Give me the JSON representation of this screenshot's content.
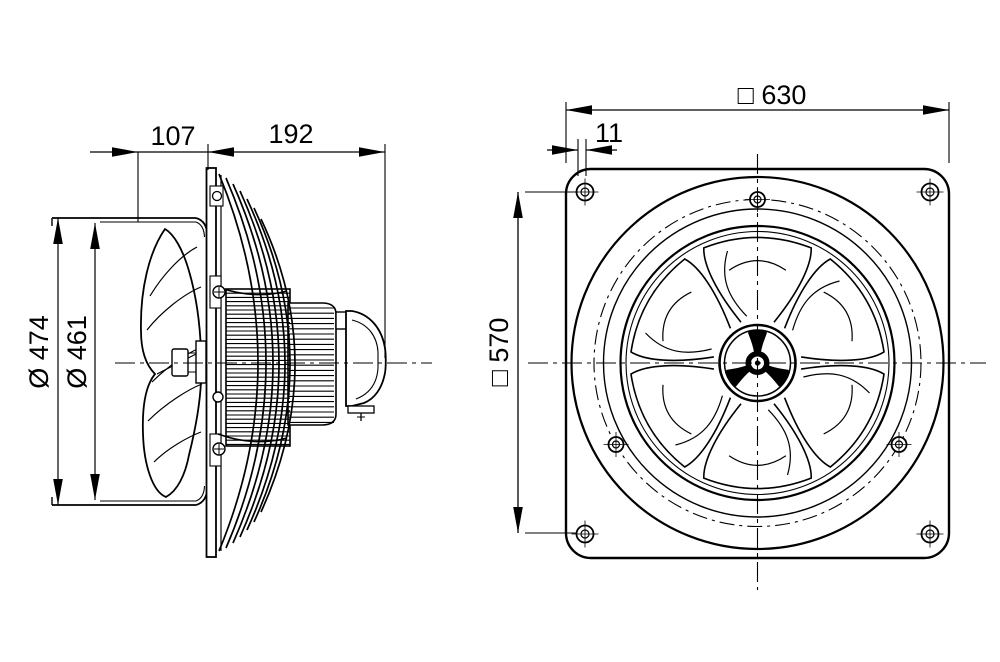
{
  "dimensions": {
    "side": {
      "depth_front": "107",
      "depth_total": "192",
      "flange_diameter": "Ø 474",
      "impeller_diameter": "Ø 461"
    },
    "front": {
      "plate_size": "□ 630",
      "hole_edge_offset": "11",
      "hole_spacing": "□ 570"
    }
  },
  "colors": {
    "line": "#000000",
    "background": "#ffffff"
  }
}
